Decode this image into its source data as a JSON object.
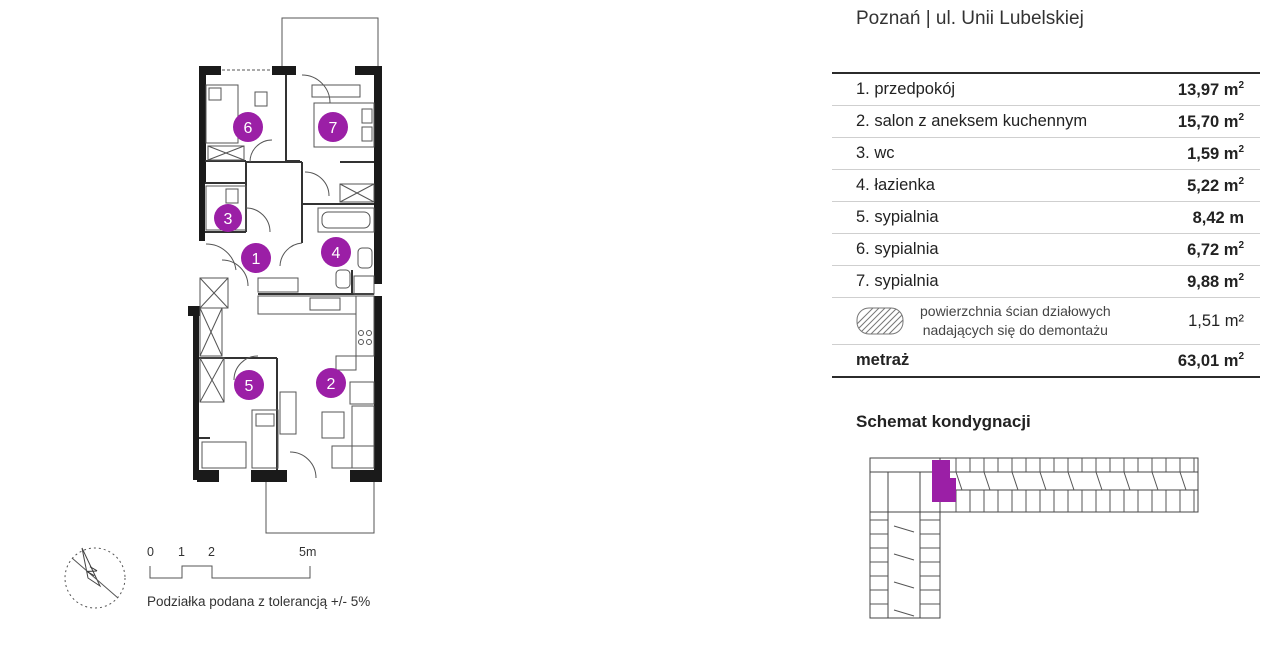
{
  "header": {
    "title": "Poznań | ul. Unii Lubelskiej"
  },
  "rooms": [
    {
      "label": "1. przedpokój",
      "area": "13,97 m",
      "sup": "2"
    },
    {
      "label": "2. salon z aneksem kuchennym",
      "area": "15,70 m",
      "sup": "2"
    },
    {
      "label": "3. wc",
      "area": "1,59 m",
      "sup": "2"
    },
    {
      "label": "4. łazienka",
      "area": "5,22 m",
      "sup": "2"
    },
    {
      "label": "5. sypialnia",
      "area": "8,42 m",
      "sup": ""
    },
    {
      "label": "6. sypialnia",
      "area": "6,72 m",
      "sup": "2"
    },
    {
      "label": "7. sypialnia",
      "area": "9,88 m",
      "sup": "2"
    }
  ],
  "walls": {
    "line1": "powierzchnia ścian działowych",
    "line2": "nadających się do demontażu",
    "area": "1,51 m²"
  },
  "total": {
    "label": "metraż",
    "area": "63,01 m",
    "sup": "2"
  },
  "schemat": {
    "title": "Schemat kondygnacji"
  },
  "plan": {
    "markers": [
      "1",
      "2",
      "3",
      "4",
      "5",
      "6",
      "7"
    ],
    "scale_labels": [
      "0",
      "1",
      "2",
      "5m"
    ],
    "north": "N",
    "scale_note": "Podziałka podana z tolerancją +/- 5%"
  },
  "colors": {
    "accent": "#9b1fa6",
    "wall": "#1a1a1a",
    "line": "#2b2b2b",
    "grid": "#cfcfcf"
  }
}
